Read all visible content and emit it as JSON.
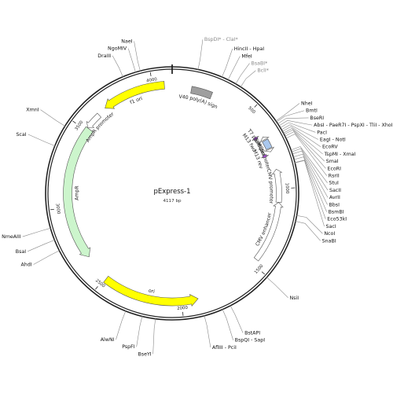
{
  "plasmid": {
    "name": "pExpress-1",
    "size_label": "4117 bp",
    "length": 4117
  },
  "ticks": [
    {
      "label": "500",
      "pos": 500
    },
    {
      "label": "1000",
      "pos": 1000
    },
    {
      "label": "1500",
      "pos": 1500
    },
    {
      "label": "2000",
      "pos": 2000
    },
    {
      "label": "2500",
      "pos": 2500
    },
    {
      "label": "3000",
      "pos": 3000
    },
    {
      "label": "3500",
      "pos": 3500
    },
    {
      "label": "4000",
      "pos": 4000
    }
  ],
  "features": [
    {
      "label": "SV40 poly(A) signal",
      "start": 120,
      "end": 250,
      "kind": "terminator",
      "color": "#9e9e9e"
    },
    {
      "label": "M13 fwd",
      "start": 640,
      "end": 657,
      "kind": "primer",
      "color": "#a050c8",
      "dir": -1
    },
    {
      "label": "T7 promoter",
      "start": 665,
      "end": 684,
      "kind": "promoter",
      "color": "#ffffff",
      "dir": -1
    },
    {
      "label": "MCS",
      "start": 690,
      "end": 745,
      "kind": "mcs",
      "color": "#aac8ee"
    },
    {
      "label": "SP6 promoter",
      "start": 750,
      "end": 768,
      "kind": "promoter",
      "color": "#ffffff",
      "dir": 1
    },
    {
      "label": "M13 rev",
      "start": 772,
      "end": 789,
      "kind": "primer",
      "color": "#a050c8",
      "dir": 1
    },
    {
      "label": "CMV promoter",
      "start": 880,
      "end": 1084,
      "kind": "promoter",
      "color": "#ffffff",
      "dir": -1
    },
    {
      "label": "CMV enhancer",
      "start": 1085,
      "end": 1465,
      "kind": "enhancer",
      "color": "#ffffff",
      "dir": -1
    },
    {
      "label": "ori",
      "start": 1900,
      "end": 2489,
      "kind": "origin",
      "color": "#ffff00",
      "dir": -1
    },
    {
      "label": "AmpR",
      "start": 2660,
      "end": 3520,
      "kind": "cds",
      "color": "#ccf5cc",
      "dir": -1
    },
    {
      "label": "AmpR promoter",
      "start": 3521,
      "end": 3625,
      "kind": "promoter",
      "color": "#ffffff",
      "dir": -1
    },
    {
      "label": "f1 ori",
      "start": 3680,
      "end": 4070,
      "kind": "origin",
      "color": "#ffff00",
      "dir": -1
    }
  ],
  "sites": [
    {
      "label": "BspDI* - ClaI*",
      "pos": 135,
      "gray": true
    },
    {
      "label": "HincII - HpaI",
      "pos": 265,
      "gray": false
    },
    {
      "label": "MfeI",
      "pos": 300,
      "gray": false
    },
    {
      "label": "BsaBI*",
      "pos": 345,
      "gray": true
    },
    {
      "label": "BclI*",
      "pos": 375,
      "gray": true
    },
    {
      "label": "NheI",
      "pos": 630,
      "gray": false
    },
    {
      "label": "BmtI",
      "pos": 636,
      "gray": false
    },
    {
      "label": "BseRI",
      "pos": 648,
      "gray": false
    },
    {
      "label": "AbsI - PaeR7I - PspXI - TliI - XhoI",
      "pos": 660,
      "gray": false
    },
    {
      "label": "PacI",
      "pos": 672,
      "gray": false
    },
    {
      "label": "EagI - NotI",
      "pos": 684,
      "gray": false
    },
    {
      "label": "EcoRV",
      "pos": 694,
      "gray": false
    },
    {
      "label": "TspMI - XmaI",
      "pos": 704,
      "gray": false
    },
    {
      "label": "SmaI",
      "pos": 712,
      "gray": false
    },
    {
      "label": "EcoRI",
      "pos": 722,
      "gray": false
    },
    {
      "label": "RsrII",
      "pos": 734,
      "gray": false
    },
    {
      "label": "StuI",
      "pos": 800,
      "gray": false
    },
    {
      "label": "SacII",
      "pos": 810,
      "gray": false
    },
    {
      "label": "AvrII",
      "pos": 822,
      "gray": false
    },
    {
      "label": "BbsI",
      "pos": 838,
      "gray": false
    },
    {
      "label": "BsmBI",
      "pos": 852,
      "gray": false
    },
    {
      "label": "Eco53kI",
      "pos": 868,
      "gray": false
    },
    {
      "label": "SacI",
      "pos": 870,
      "gray": false
    },
    {
      "label": "NcoI",
      "pos": 1145,
      "gray": false
    },
    {
      "label": "SnaBI",
      "pos": 1175,
      "gray": false
    },
    {
      "label": "NsiI",
      "pos": 1505,
      "gray": false
    },
    {
      "label": "BstAPI",
      "pos": 1745,
      "gray": false
    },
    {
      "label": "BspQI - SapI",
      "pos": 1790,
      "gray": false
    },
    {
      "label": "AflIII - PciI",
      "pos": 1890,
      "gray": false
    },
    {
      "label": "BseYI",
      "pos": 2145,
      "gray": false
    },
    {
      "label": "PspFI",
      "pos": 2215,
      "gray": false
    },
    {
      "label": "AlwNI",
      "pos": 2305,
      "gray": false
    },
    {
      "label": "AhdI",
      "pos": 2780,
      "gray": false
    },
    {
      "label": "BsaI",
      "pos": 2840,
      "gray": false
    },
    {
      "label": "NmeAIII",
      "pos": 2905,
      "gray": false
    },
    {
      "label": "ScaI",
      "pos": 3340,
      "gray": false
    },
    {
      "label": "XmnI",
      "pos": 3455,
      "gray": false
    },
    {
      "label": "DraIII",
      "pos": 3855,
      "gray": false
    },
    {
      "label": "NgoMIV",
      "pos": 3925,
      "gray": false
    },
    {
      "label": "NaeI",
      "pos": 3950,
      "gray": false
    }
  ]
}
